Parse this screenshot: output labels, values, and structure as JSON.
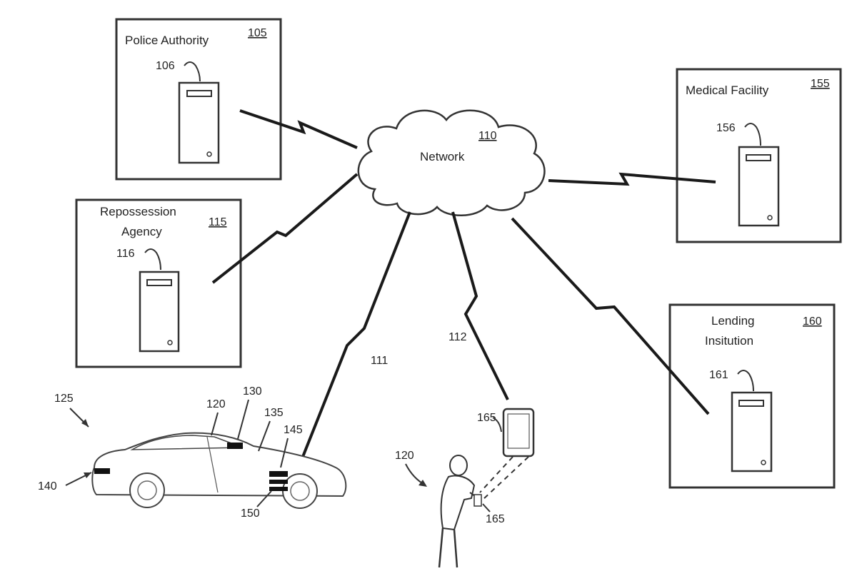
{
  "nodes": {
    "police": {
      "title": "Police Authority",
      "ref": "105",
      "server_ref": "106"
    },
    "repo": {
      "title_line1": "Repossession",
      "title_line2": "Agency",
      "ref": "115",
      "server_ref": "116"
    },
    "network": {
      "title": "Network",
      "ref": "110"
    },
    "medical": {
      "title": "Medical Facility",
      "ref": "155",
      "server_ref": "156"
    },
    "lending": {
      "title_line1": "Lending",
      "title_line2": "Insitution",
      "ref": "160",
      "server_ref": "161"
    }
  },
  "links": {
    "vehicle_link": "111",
    "mobile_link": "112"
  },
  "vehicle": {
    "ref": "125",
    "occupant_ref": "120",
    "sensor_refs": {
      "a": "130",
      "b": "135",
      "c": "145",
      "d": "140",
      "e": "150"
    }
  },
  "person": {
    "ref": "120",
    "phone_ref": "165",
    "hand_device_ref": "165"
  }
}
